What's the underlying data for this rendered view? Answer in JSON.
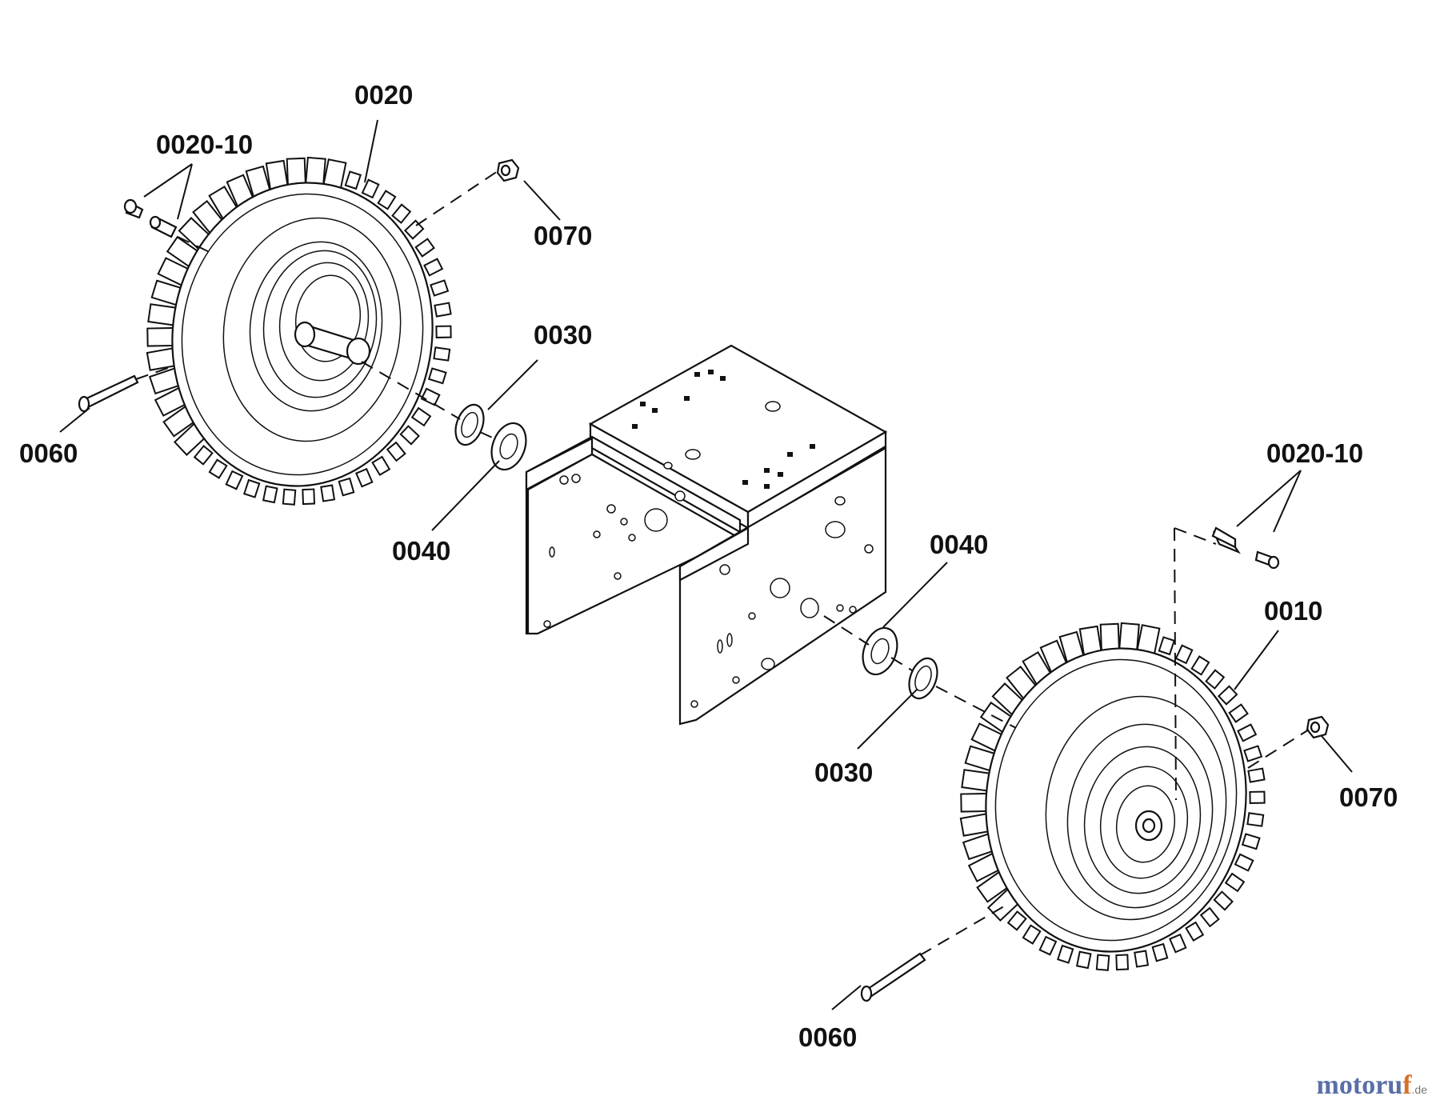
{
  "labels": {
    "wheel_left": "0020",
    "cap_left": "0020-10",
    "nut_left": "0070",
    "ring_left": "0030",
    "bolt_left": "0060",
    "washer_left": "0040",
    "washer_right": "0040",
    "cap_right": "0020-10",
    "wheel_right": "0010",
    "ring_right": "0030",
    "nut_right": "0070",
    "bolt_right": "0060"
  },
  "watermark": {
    "main": "motoru",
    "accent": "f",
    "suffix": ".de"
  }
}
